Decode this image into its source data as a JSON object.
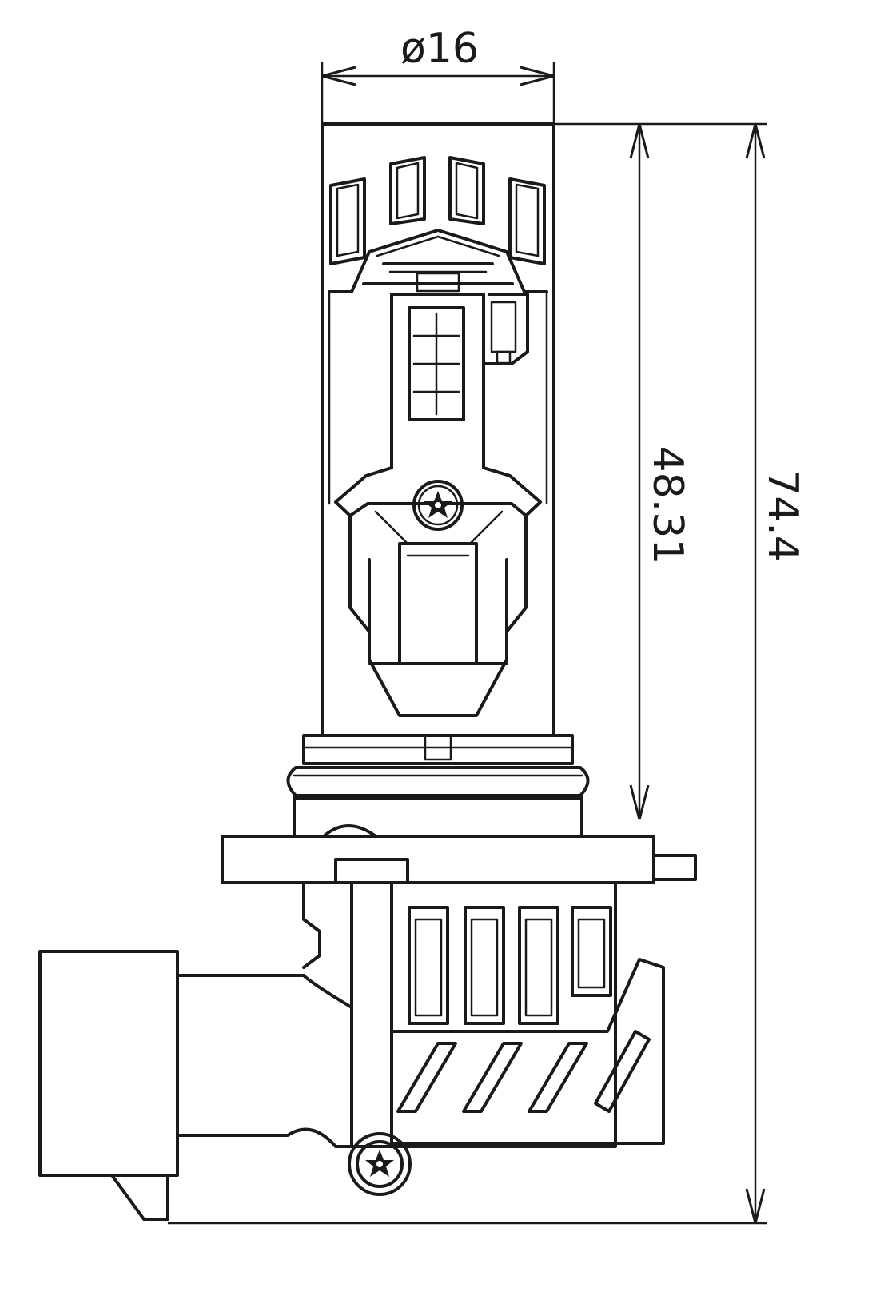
{
  "dimensions": {
    "diameter": "ø16",
    "height_upper": "48.31",
    "height_total": "74.4"
  },
  "colors": {
    "line": "#1a1a1a",
    "background": "#ffffff"
  }
}
